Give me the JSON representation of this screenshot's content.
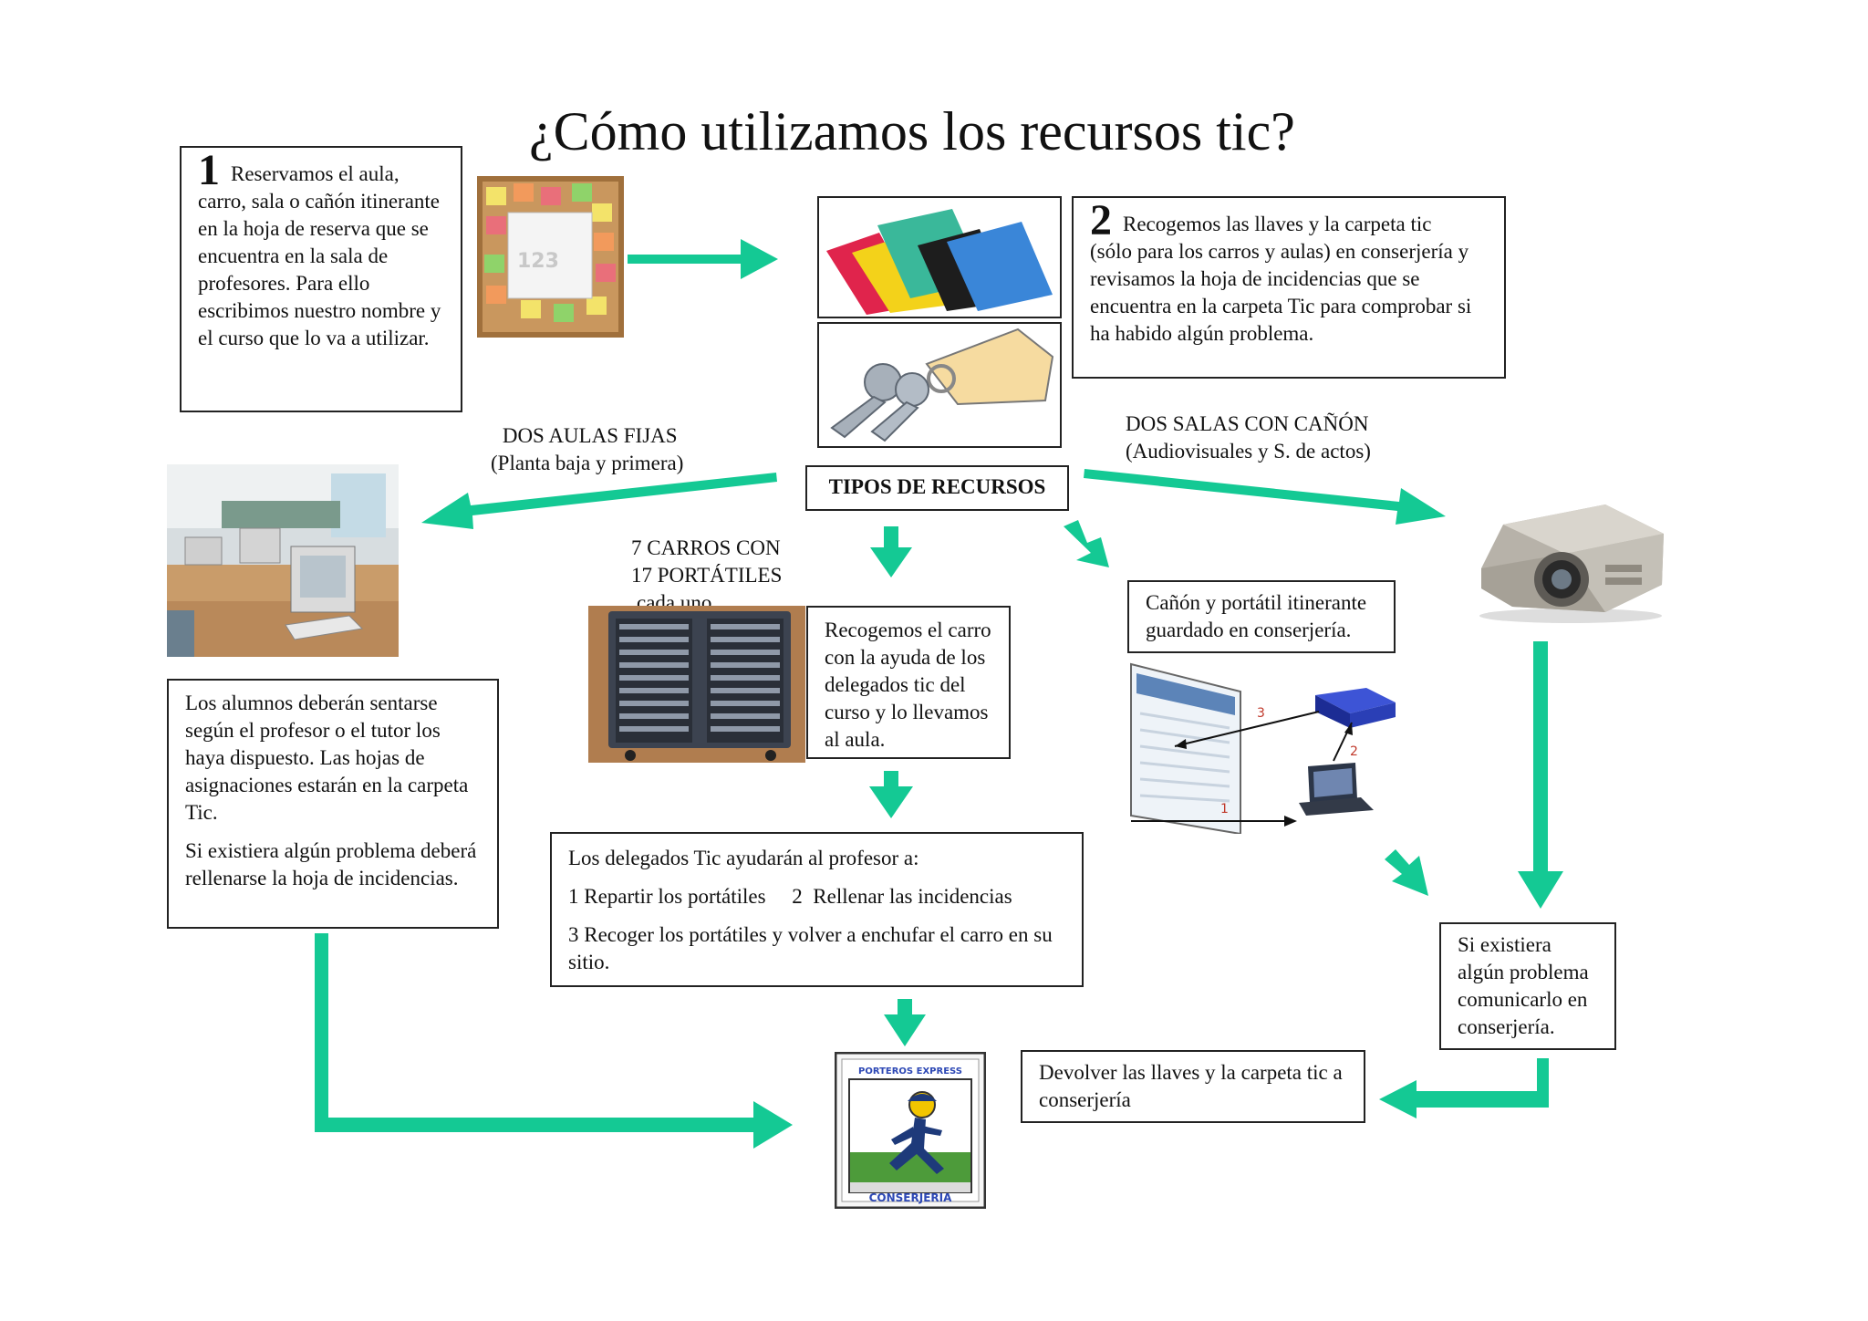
{
  "title": "¿Cómo utilizamos los recursos tic?",
  "step1": {
    "number": "1",
    "text_first": "Reservamos el aula,",
    "text_rest": "carro, sala o cañón itinerante en la hoja de reserva que se encuentra en la sala de profesores. Para ello escribimos nuestro nombre y  el  curso que lo va a utilizar."
  },
  "step2": {
    "number": "2",
    "text_first": "Recogemos las llaves y la carpeta tic",
    "text_rest": "(sólo para los carros y aulas) en conserjería y revisamos la hoja de incidencias que se encuentra en la carpeta Tic para comprobar si ha habido algún problema."
  },
  "resources_box": "TIPOS DE RECURSOS",
  "aulas": {
    "line1": "DOS AULAS FIJAS",
    "line2": "(Planta baja y primera)"
  },
  "salas": {
    "line1": "DOS SALAS CON CAÑÓN",
    "line2": "(Audiovisuales y S. de actos)"
  },
  "carros": {
    "line1": "7 CARROS CON",
    "line2": "17 PORTÁTILES",
    "line3": "cada uno"
  },
  "carro_box": "Recogemos el carro con la ayuda de los delegados tic del curso y lo llevamos al aula.",
  "canon_box": "Cañón y portátil itinerante guardado en conserjería.",
  "alumnos_box": {
    "p1": "Los alumnos deberán sentarse según el profesor o el tutor los haya dispuesto. Las hojas de asignaciones estarán en la carpeta Tic.",
    "p2": "Si existiera algún problema deberá rellenarse la hoja de incidencias."
  },
  "delegados_box": {
    "p1": "Los delegados Tic ayudarán al profesor a:",
    "p2": "1 Repartir los portátiles     2  Rellenar las incidencias",
    "p3": "3 Recoger los portátiles y volver a enchufar el carro en su sitio."
  },
  "problema_box": "Si existiera algún problema comunicarlo en conserjería.",
  "devolver_box": "Devolver las llaves y la carpeta tic a conserjería",
  "diagram_numbers": {
    "n1": "1",
    "n2": "2",
    "n3": "3"
  },
  "logo": {
    "top": "PORTEROS EXPRESS",
    "bottom": "CONSERJERIA"
  },
  "colors": {
    "arrow": "#14c994",
    "border": "#222222"
  },
  "icons": [
    "cork-board-icon",
    "folders-icon",
    "keys-icon",
    "classroom-icon",
    "laptop-cart-icon",
    "projector-setup-icon",
    "projector-icon",
    "conserjeria-logo-icon"
  ]
}
